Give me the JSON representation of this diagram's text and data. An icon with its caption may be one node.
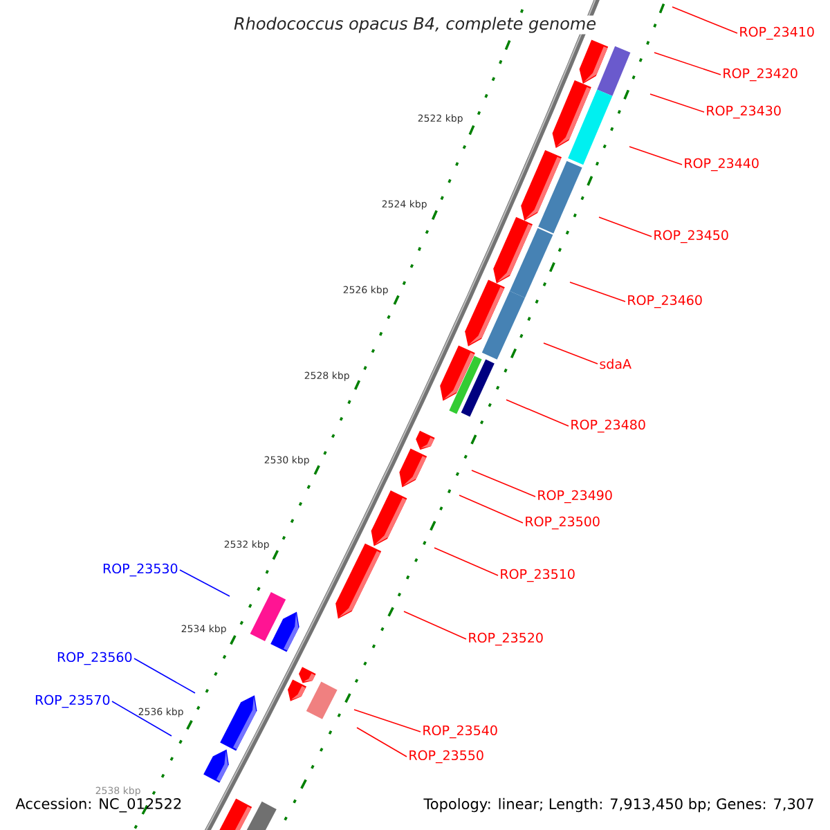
{
  "diagram": {
    "title": "Rhodococcus opacus B4, complete genome",
    "nodes": [
      {
        "text": [
          "ROP_23410"
        ]
      },
      {
        "text": [
          "ROP_23420"
        ]
      },
      {
        "text": [
          "ROP_23430"
        ]
      },
      {
        "text": [
          "ROP_23440"
        ]
      },
      {
        "text": [
          "ROP_23450"
        ]
      },
      {
        "text": [
          "ROP_23460"
        ]
      },
      {
        "text": [
          "sdaA"
        ]
      },
      {
        "text": [
          "ROP_23480"
        ]
      },
      {
        "text": [
          "ROP_23490"
        ]
      },
      {
        "text": [
          "ROP_23500"
        ]
      },
      {
        "text": [
          "ROP_23510"
        ]
      },
      {
        "text": [
          "ROP_23530"
        ]
      },
      {
        "text": [
          "ROP_23520"
        ]
      },
      {
        "text": [
          "ROP_23560"
        ]
      },
      {
        "text": [
          "ROP_23570"
        ]
      },
      {
        "text": [
          "ROP_23540"
        ]
      },
      {
        "text": [
          "ROP_23550"
        ]
      }
    ],
    "edges": [
      {
        "from": 0,
        "to": null,
        "arrow": "none"
      },
      {
        "from": 1,
        "to": null,
        "arrow": "none"
      },
      {
        "from": 2,
        "to": null,
        "arrow": "none"
      },
      {
        "from": 3,
        "to": null,
        "arrow": "none"
      },
      {
        "from": 4,
        "to": null,
        "arrow": "none"
      },
      {
        "from": 5,
        "to": null,
        "arrow": "none"
      },
      {
        "from": 6,
        "to": null,
        "arrow": "none"
      },
      {
        "from": 7,
        "to": null,
        "arrow": "none"
      },
      {
        "from": 8,
        "to": null,
        "arrow": "none"
      },
      {
        "from": 9,
        "to": null,
        "arrow": "none"
      },
      {
        "from": 10,
        "to": null,
        "arrow": "none"
      },
      {
        "from": 11,
        "to": null,
        "arrow": "none",
        "color": "#0000ff"
      },
      {
        "from": 12,
        "to": null,
        "arrow": "none"
      },
      {
        "from": 13,
        "to": null,
        "arrow": "none",
        "color": "#0000ff"
      },
      {
        "from": 14,
        "to": null,
        "arrow": "none",
        "color": "#0000ff"
      },
      {
        "from": 15,
        "to": null,
        "arrow": "none"
      },
      {
        "from": 16,
        "to": null,
        "arrow": "none"
      }
    ],
    "labels": [
      "2522 kbp",
      "2524 kbp",
      "2526 kbp",
      "2528 kbp",
      "2530 kbp",
      "2532 kbp",
      "2534 kbp",
      "2536 kbp",
      "2538 kbp",
      "Accession: NC_012522",
      "Topology: linear; Length: 7,913,450 bp; Genes: 7,307"
    ]
  }
}
